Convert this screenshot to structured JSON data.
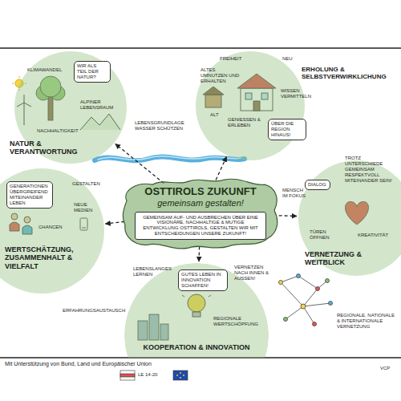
{
  "diagram": {
    "caption": "Mit Unterstützung von Bund, Land und Europäischer Union",
    "nodes": [
      {
        "text": [
          "NATUR & VERANTWORTUNG"
        ]
      },
      {
        "text": [
          "ERHOLUNG & SELBSTVERWIRKLICHUNG"
        ]
      },
      {
        "text": [
          "OSTTIROLS ZUKUNFT",
          "gemeinsam gestalten!",
          "GEMEINSAM AUF- UND AUSBRECHEN ÜBER EINE VISIONÄRE, NACHHALTIGE & MUTIGE ENTWICKLUNG OSTTIROLS, GESTALTEN WIR MIT ENTSCHEIDUNGEN UNSERE ZUKUNFT!"
        ]
      },
      {
        "text": [
          "WERTSCHÄTZUNG, ZUSAMMENHALT & VIELFALT"
        ]
      },
      {
        "text": [
          "VERNETZUNG & WEITBLICK"
        ]
      },
      {
        "text": [
          "KOOPERATION & INNOVATION"
        ]
      }
    ],
    "edges": [
      {
        "from": 2,
        "to": 0,
        "arrow": "to"
      },
      {
        "from": 2,
        "to": 1,
        "arrow": "to"
      },
      {
        "from": 2,
        "to": 3,
        "arrow": "to"
      },
      {
        "from": 2,
        "to": 4,
        "arrow": "to"
      },
      {
        "from": 2,
        "to": 5,
        "arrow": "to"
      }
    ],
    "labels": [
      "KLIMAWANDEL",
      "WIR ALS TEIL DER NATUR?",
      "ALPINER LEBENSRAUM",
      "NACHHALTIGKEIT",
      "LEBENSGRUNDLAGE WASSER SCHÜTZEN",
      "FREIHEIT",
      "NEU",
      "ALTES UMNUTZEN UND ERHALTEN",
      "WISSEN VERMITTELN",
      "ALT",
      "GENIESSEN & ERLEBEN",
      "ÜBER DIE REGION HINAUS!",
      "GENERATIONEN ÜBERGREIFEND MITEINANDER LEBEN",
      "GESTALTEN",
      "NEUE MEDIEN",
      "CHANCEN",
      "DIALOG",
      "TROTZ UNTERSCHIEDE GEMEINSAM RESPEKTVOLL MITEINANDER SEIN!",
      "MENSCH IM FOKUS",
      "TÜREN ÖFFNEN",
      "KREATIVITÄT",
      "LEBENSLANGES LERNEN",
      "GUTES LEBEN IN INNOVATION SCHAFFEN!",
      "VERNETZEN NACH INNEN & AUSSEN!",
      "REGIONALE WERTSCHÖPFUNG",
      "REGIONALE, NATIONALE & INTERNATIONALE VERNETZUNG",
      "ERFAHRUNGSAUSTAUSCH",
      "LE 14-20",
      "VCP"
    ]
  }
}
